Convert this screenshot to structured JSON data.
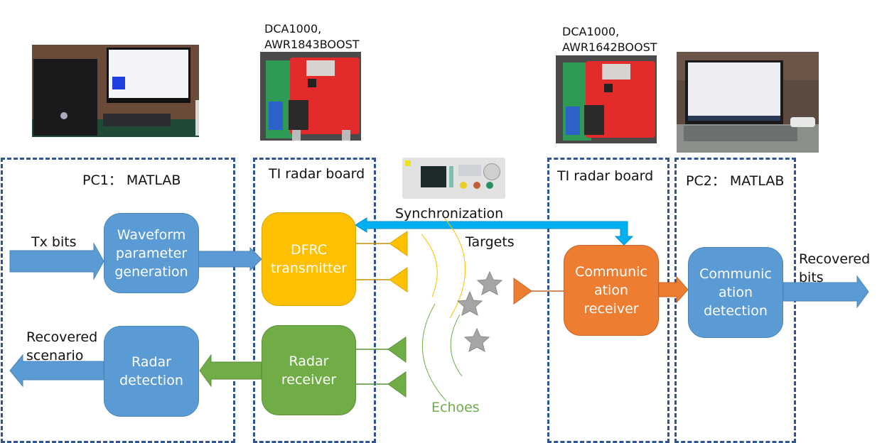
{
  "photos": {
    "pc1": {
      "name": "PC1 workstation photo"
    },
    "board1": {
      "caption_line1": "DCA1000,",
      "caption_line2": "AWR1843BOOST"
    },
    "siggen": {
      "name": "Signal generator photo"
    },
    "board2": {
      "caption_line1": "DCA1000,",
      "caption_line2": "AWR1642BOOST"
    },
    "pc2": {
      "name": "PC2 laptop photo"
    }
  },
  "groups": {
    "pc1": {
      "title": "PC1： MATLAB"
    },
    "ti1": {
      "title": "TI radar board"
    },
    "ti2": {
      "title": "TI radar board"
    },
    "pc2": {
      "title": "PC2： MATLAB"
    }
  },
  "blocks": {
    "waveform": {
      "lines": [
        "Waveform",
        "parameter",
        "generation"
      ]
    },
    "radar_detection": {
      "lines": [
        "Radar",
        "detection"
      ]
    },
    "dfrc": {
      "lines": [
        "DFRC",
        "transmitter"
      ]
    },
    "radar_receiver": {
      "lines": [
        "Radar",
        "receiver"
      ]
    },
    "comm_receiver": {
      "lines": [
        "Communic",
        "ation",
        "receiver"
      ]
    },
    "comm_detection": {
      "lines": [
        "Communic",
        "ation",
        "detection"
      ]
    }
  },
  "labels": {
    "tx_bits": "Tx bits",
    "recovered_scenario_1": "Recovered",
    "recovered_scenario_2": "scenario",
    "synchronization": "Synchronization",
    "targets": "Targets",
    "echoes": "Echoes",
    "recovered_bits_1": "Recovered",
    "recovered_bits_2": "bits"
  },
  "colors": {
    "group_border": "#2f5597",
    "pc_block": "#5b9bd5",
    "transmitter": "#ffc000",
    "receiver": "#70ad47",
    "comm_receiver": "#ed7d31",
    "sync_arrow": "#00b0f0",
    "target_star": "#a5a5a5",
    "echoes_text": "#70ad47"
  }
}
